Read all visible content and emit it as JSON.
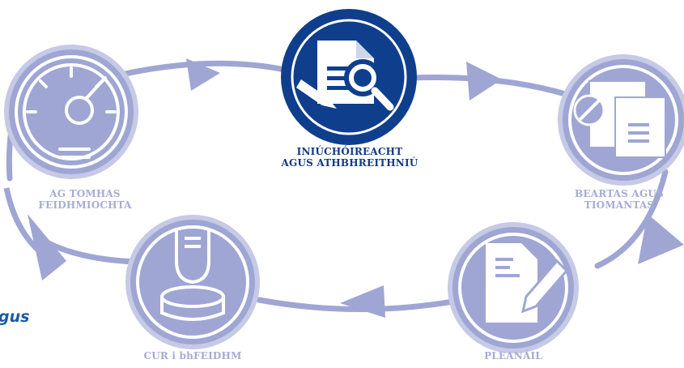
{
  "colors": {
    "light": "#9fa6d3",
    "light_stroke": "#c6cae6",
    "dark": "#0f3f8c",
    "icon_white": "#ffffff",
    "fragment_text": "#1b5aa8"
  },
  "stages": [
    {
      "id": "audit",
      "label_line1": "INIÚCHÓIREACHT",
      "label_line2": "AGUS ATHBHREITHNIÚ",
      "icon": "document-magnifier-icon",
      "active": true
    },
    {
      "id": "policy",
      "label_line1": "BEARTAS AGUS",
      "label_line2": "TIOMANTAS",
      "icon": "documents-seal-icon",
      "active": false
    },
    {
      "id": "planning",
      "label_line1": "PLEANÁIL",
      "label_line2": "",
      "icon": "document-pencil-icon",
      "active": false
    },
    {
      "id": "implementation",
      "label_line1": "CUR i bhFEIDHM",
      "label_line2": "",
      "icon": "stamp-icon",
      "active": false
    },
    {
      "id": "measuring",
      "label_line1": "AG TOMHAS",
      "label_line2": "FEIDHMIOCHTA",
      "icon": "gauge-icon",
      "active": false
    }
  ],
  "fragment_text": "gus"
}
